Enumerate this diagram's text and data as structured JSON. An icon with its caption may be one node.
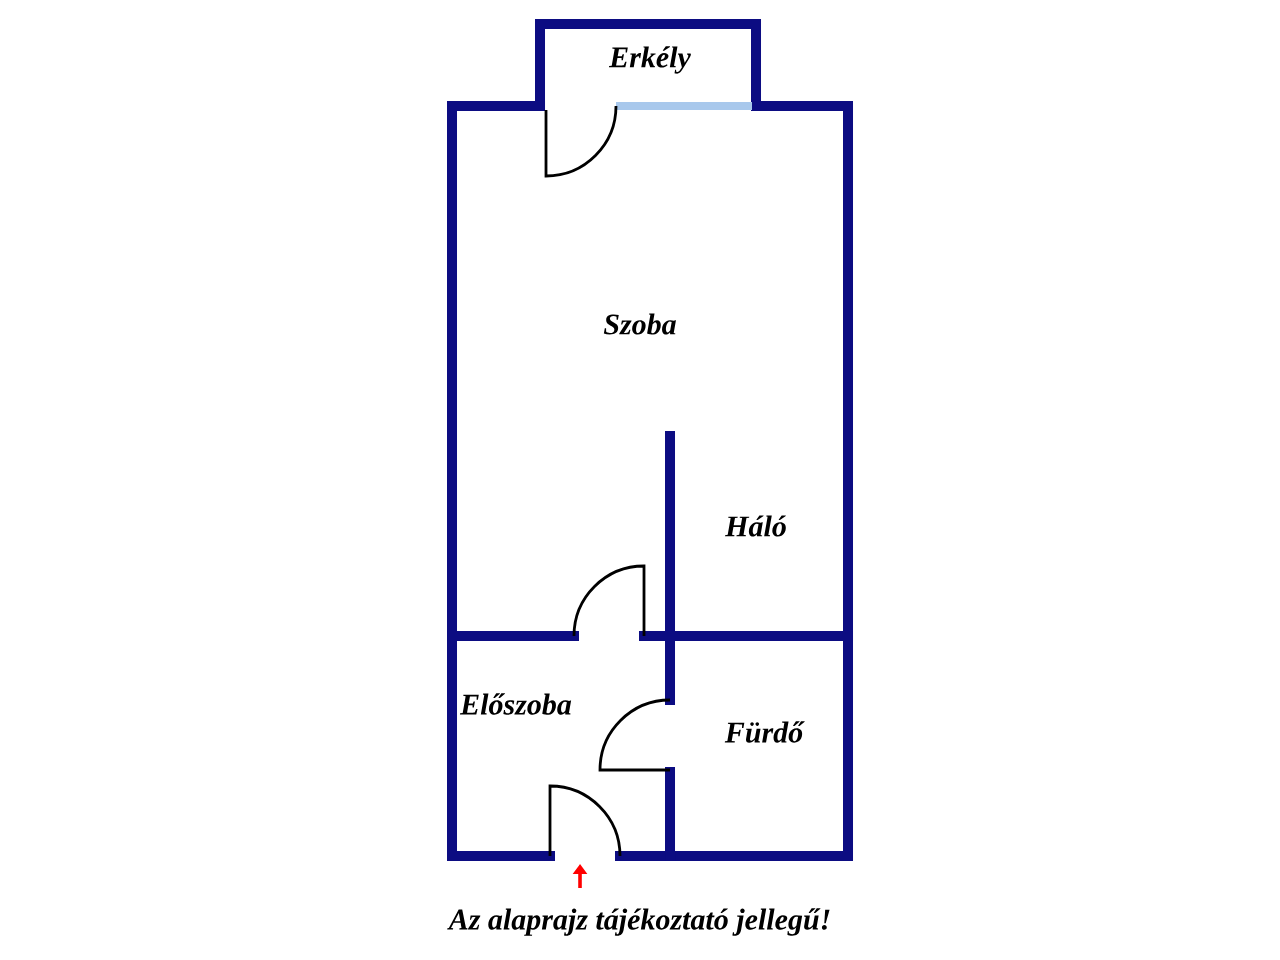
{
  "diagram": {
    "caption": "Az alaprajz tájékoztató jellegű!",
    "labels": [
      "Erkély",
      "Szoba",
      "Háló",
      "Előszoba",
      "Fürdő"
    ]
  }
}
